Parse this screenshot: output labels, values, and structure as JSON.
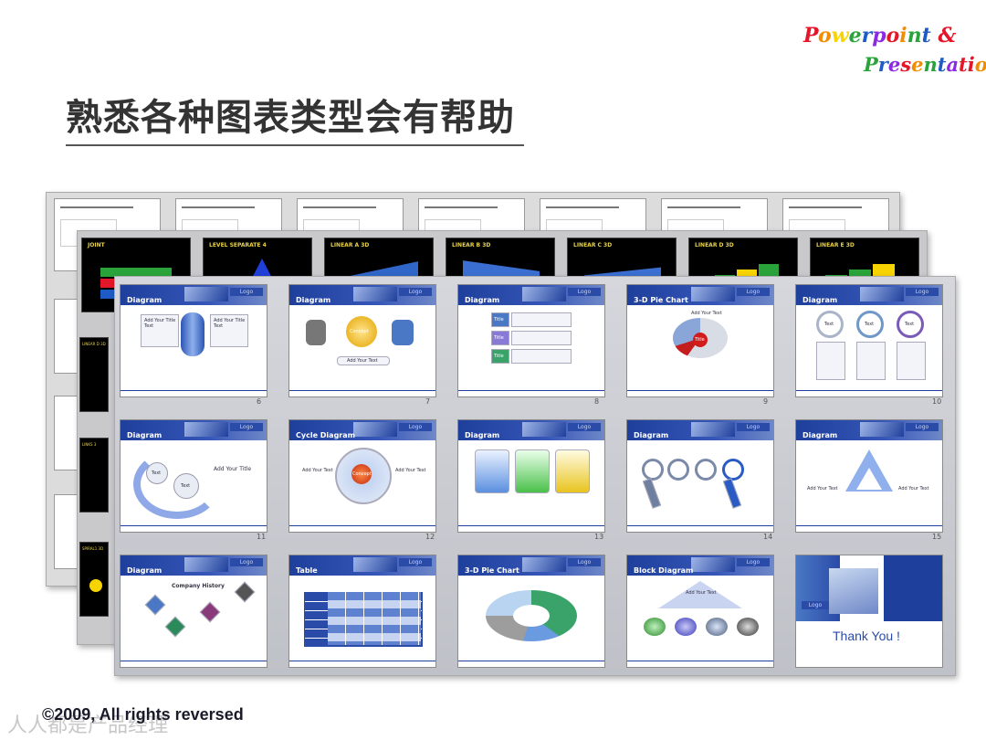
{
  "page": {
    "title": "熟悉各种图表类型会有帮助",
    "footer": "©2009, All rights reversed",
    "watermark": "人人都是产品经理"
  },
  "logo": {
    "line1": "Powerpoint &",
    "line2": "Presentation",
    "colors": [
      "#e4162a",
      "#f28c00",
      "#f7d300",
      "#2aa33b",
      "#1f5bc4",
      "#8a2be2",
      "#e4162a",
      "#f28c00",
      "#2aa33b",
      "#1f5bc4",
      "#8a2be2",
      "#e4162a"
    ]
  },
  "back_layer_2": {
    "labels": [
      "JOINT",
      "LEVEL SEPARATE 4",
      "LINEAR A 3D",
      "LINEAR B 3D",
      "LINEAR C 3D",
      "LINEAR D 3D",
      "LINEAR E 3D"
    ],
    "side_labels": [
      "LINEAR D 3D",
      "LINKS 3",
      "SPIRAL1 3D"
    ]
  },
  "slides": [
    {
      "title": "Diagram",
      "num": "6",
      "logo": "Logo"
    },
    {
      "title": "Diagram",
      "num": "7",
      "logo": "Logo"
    },
    {
      "title": "Diagram",
      "num": "8",
      "logo": "Logo"
    },
    {
      "title": "3-D Pie Chart",
      "num": "9",
      "logo": "Logo"
    },
    {
      "title": "Diagram",
      "num": "10",
      "logo": "Logo"
    },
    {
      "title": "Diagram",
      "num": "11",
      "logo": "Logo"
    },
    {
      "title": "Cycle Diagram",
      "num": "12",
      "logo": "Logo"
    },
    {
      "title": "Diagram",
      "num": "13",
      "logo": "Logo"
    },
    {
      "title": "Diagram",
      "num": "14",
      "logo": "Logo"
    },
    {
      "title": "Diagram",
      "num": "15",
      "logo": "Logo"
    },
    {
      "title": "Diagram",
      "num": "",
      "logo": "Logo"
    },
    {
      "title": "Table",
      "num": "",
      "logo": "Logo"
    },
    {
      "title": "3-D Pie Chart",
      "num": "",
      "logo": "Logo"
    },
    {
      "title": "Block Diagram",
      "num": "",
      "logo": "Logo"
    },
    {
      "title": "",
      "num": "",
      "logo": "Logo"
    }
  ],
  "slide_texts": {
    "add_your_title_text": "Add Your Title Text",
    "add_your_text": "Add Your Text",
    "add_your_title": "Add Your Title",
    "text": "Text",
    "title": "Title",
    "concept": "Concept",
    "company_history": "Company History",
    "thank_you": "Thank You !"
  }
}
